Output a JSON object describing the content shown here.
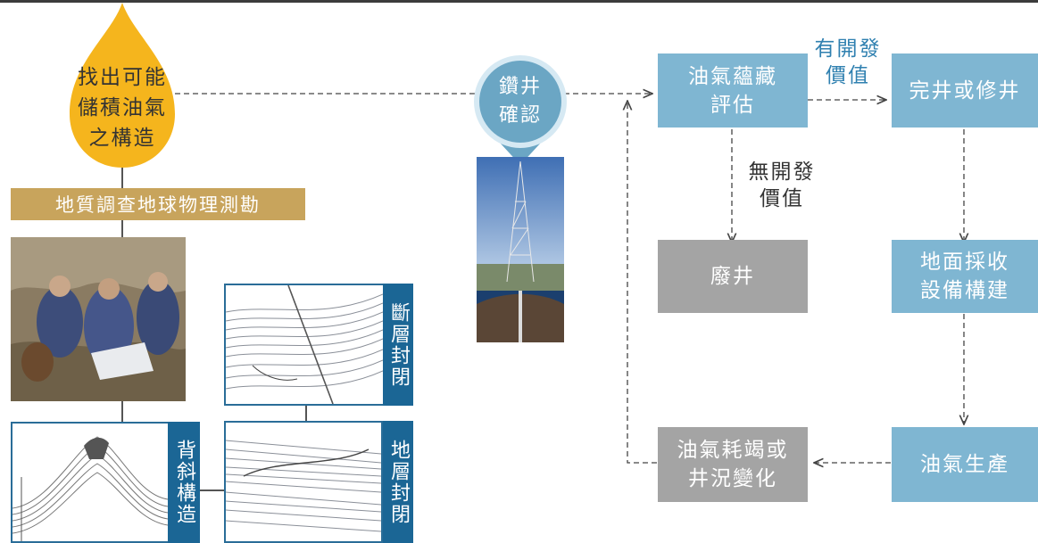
{
  "colors": {
    "drop": "#f5b51d",
    "survey_bar": "#c8a45c",
    "flow_box": "#7fb6d2",
    "abandon_box": "#a4a4a4",
    "photo_label": "#1b6695",
    "drill_circle": "#6ba6c4",
    "valuable_text": "#2f80b0"
  },
  "drop": {
    "line1": "找出可能",
    "line2": "儲積油氣",
    "line3": "之構造"
  },
  "survey_bar": {
    "label": "地質調查地球物理測勘"
  },
  "photos": {
    "fault": "斷層封閉",
    "anticline": "背斜構造",
    "strata": "地層封閉"
  },
  "drill": {
    "line1": "鑽井",
    "line2": "確認"
  },
  "boxes": {
    "assess": {
      "line1": "油氣蘊藏",
      "line2": "評估"
    },
    "complete": "完井或修井",
    "abandon": "廢井",
    "facility": {
      "line1": "地面採收",
      "line2": "設備構建"
    },
    "production": "油氣生產",
    "depletion": {
      "line1": "油氣耗竭或",
      "line2": "井況變化"
    }
  },
  "labels": {
    "valuable": {
      "line1": "有開發",
      "line2": "價值"
    },
    "not_valuable": {
      "line1": "無開發",
      "line2": "價值"
    }
  }
}
